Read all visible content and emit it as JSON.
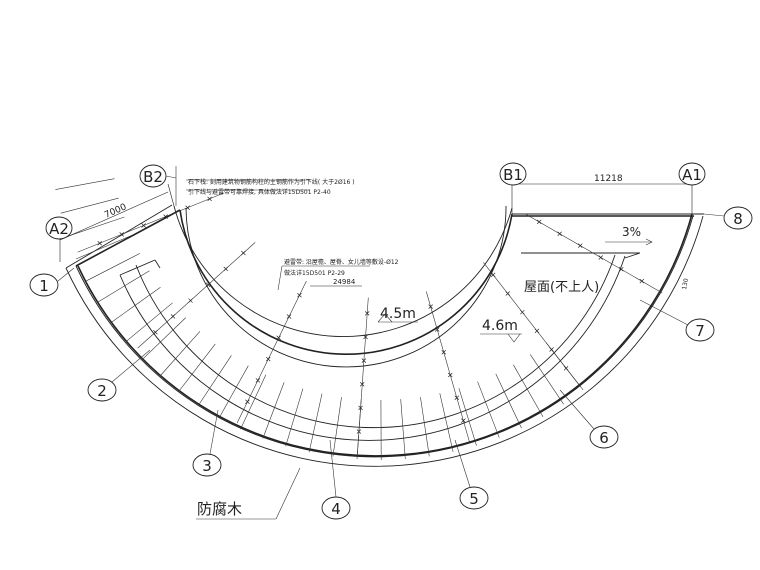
{
  "drawing": {
    "axis_bubbles": [
      {
        "id": "B2",
        "label": "B2"
      },
      {
        "id": "B1",
        "label": "B1"
      },
      {
        "id": "A1",
        "label": "A1"
      },
      {
        "id": "A2",
        "label": "A2"
      }
    ],
    "grid_bubbles": [
      {
        "id": "1",
        "label": "1"
      },
      {
        "id": "2",
        "label": "2"
      },
      {
        "id": "3",
        "label": "3"
      },
      {
        "id": "4",
        "label": "4"
      },
      {
        "id": "5",
        "label": "5"
      },
      {
        "id": "6",
        "label": "6"
      },
      {
        "id": "7",
        "label": "7"
      },
      {
        "id": "8",
        "label": "8"
      }
    ],
    "dimensions": {
      "a2_to_b2": "7000",
      "b1_to_a1": "11218",
      "arc_length": "24984",
      "side_small": "130"
    },
    "notes": {
      "note_top_1": "石下栈: 刻用建筑物钢筋构柱的主钢筋作为引下线( 大于2Ø16 )",
      "note_top_2": "引下线与避雷带可靠焊接, 具体做法详15D501    P2-40",
      "note_mid_1": "避雷带: 沿屋檐、屋脊、女儿墙等敷设-Ø12",
      "note_mid_2": "做法详15D501 P2-29"
    },
    "levels": {
      "level_1": "4.5m",
      "level_2": "4.6m"
    },
    "slope": "3%",
    "labels": {
      "roof": "屋面(不上人)",
      "wood": "防腐木"
    }
  }
}
